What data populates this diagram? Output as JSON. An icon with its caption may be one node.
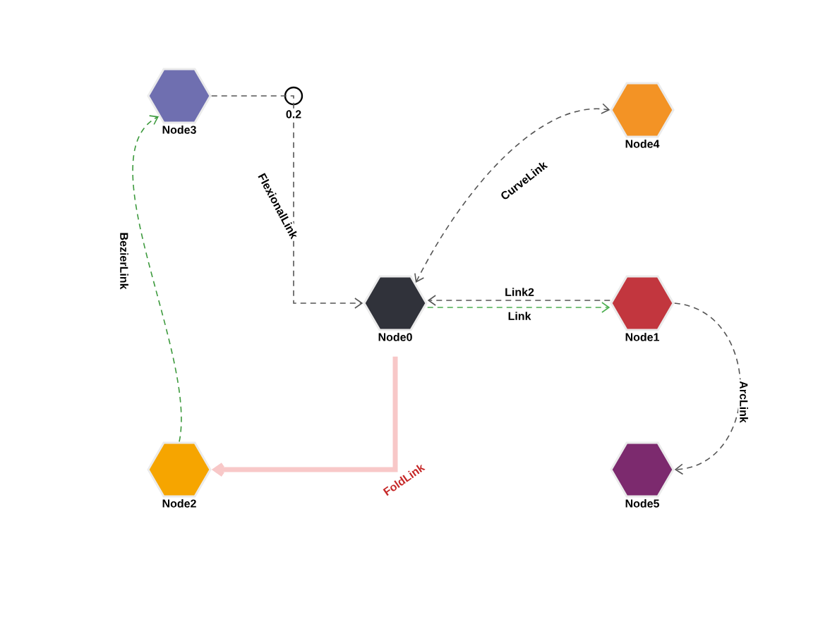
{
  "diagram": {
    "nodes": [
      {
        "text": [
          "Node3"
        ]
      },
      {
        "text": [
          "Node4"
        ]
      },
      {
        "text": [
          "Node0"
        ]
      },
      {
        "text": [
          "Node1"
        ]
      },
      {
        "text": [
          "Node2"
        ]
      },
      {
        "text": [
          "Node5"
        ]
      }
    ],
    "edges": [
      {
        "from": 0,
        "to": 2,
        "arrow": "to",
        "label": "FlexionalLink",
        "style": "dashed"
      },
      {
        "from": 2,
        "to": 1,
        "arrow": "both",
        "label": "CurveLink",
        "style": "dashed"
      },
      {
        "from": 3,
        "to": 2,
        "arrow": "to",
        "label": "Link2",
        "style": "dashed"
      },
      {
        "from": 2,
        "to": 3,
        "arrow": "to",
        "label": "Link",
        "style": "dashed",
        "color": "#4caf50"
      },
      {
        "from": 3,
        "to": 5,
        "arrow": "to",
        "label": "ArcLink",
        "style": "dashed"
      },
      {
        "from": 2,
        "to": 4,
        "arrow": "to",
        "label": "FoldLink",
        "style": "thick",
        "color": "#f8c8c8"
      },
      {
        "from": 4,
        "to": 0,
        "arrow": "to",
        "label": "BezierLink",
        "style": "dashed",
        "color": "#3d9a3d"
      }
    ],
    "labels": [
      "0.2"
    ]
  }
}
